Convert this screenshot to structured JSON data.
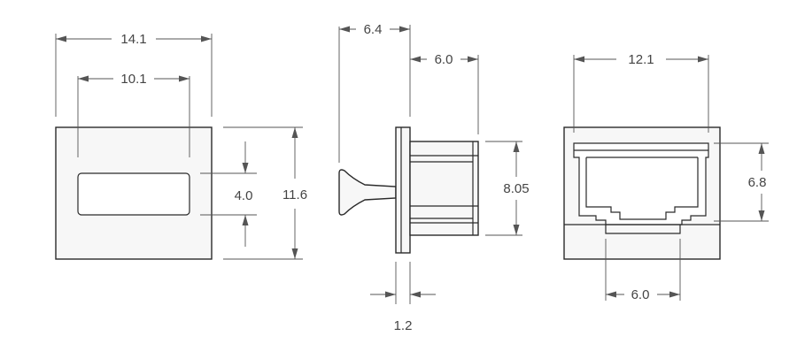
{
  "views": {
    "front": {
      "width": "14.1",
      "window_width": "10.1",
      "window_height": "4.0",
      "height": "11.6"
    },
    "side": {
      "overall_depth": "6.4",
      "body_depth": "6.0",
      "body_height": "8.05",
      "flange_thickness": "1.2"
    },
    "rear": {
      "width": "12.1",
      "cavity_height": "6.8",
      "slot_width": "6.0"
    }
  },
  "colors": {
    "line": "#2a2a2a",
    "dimension": "#555555",
    "fill": "#f7f7f7"
  }
}
